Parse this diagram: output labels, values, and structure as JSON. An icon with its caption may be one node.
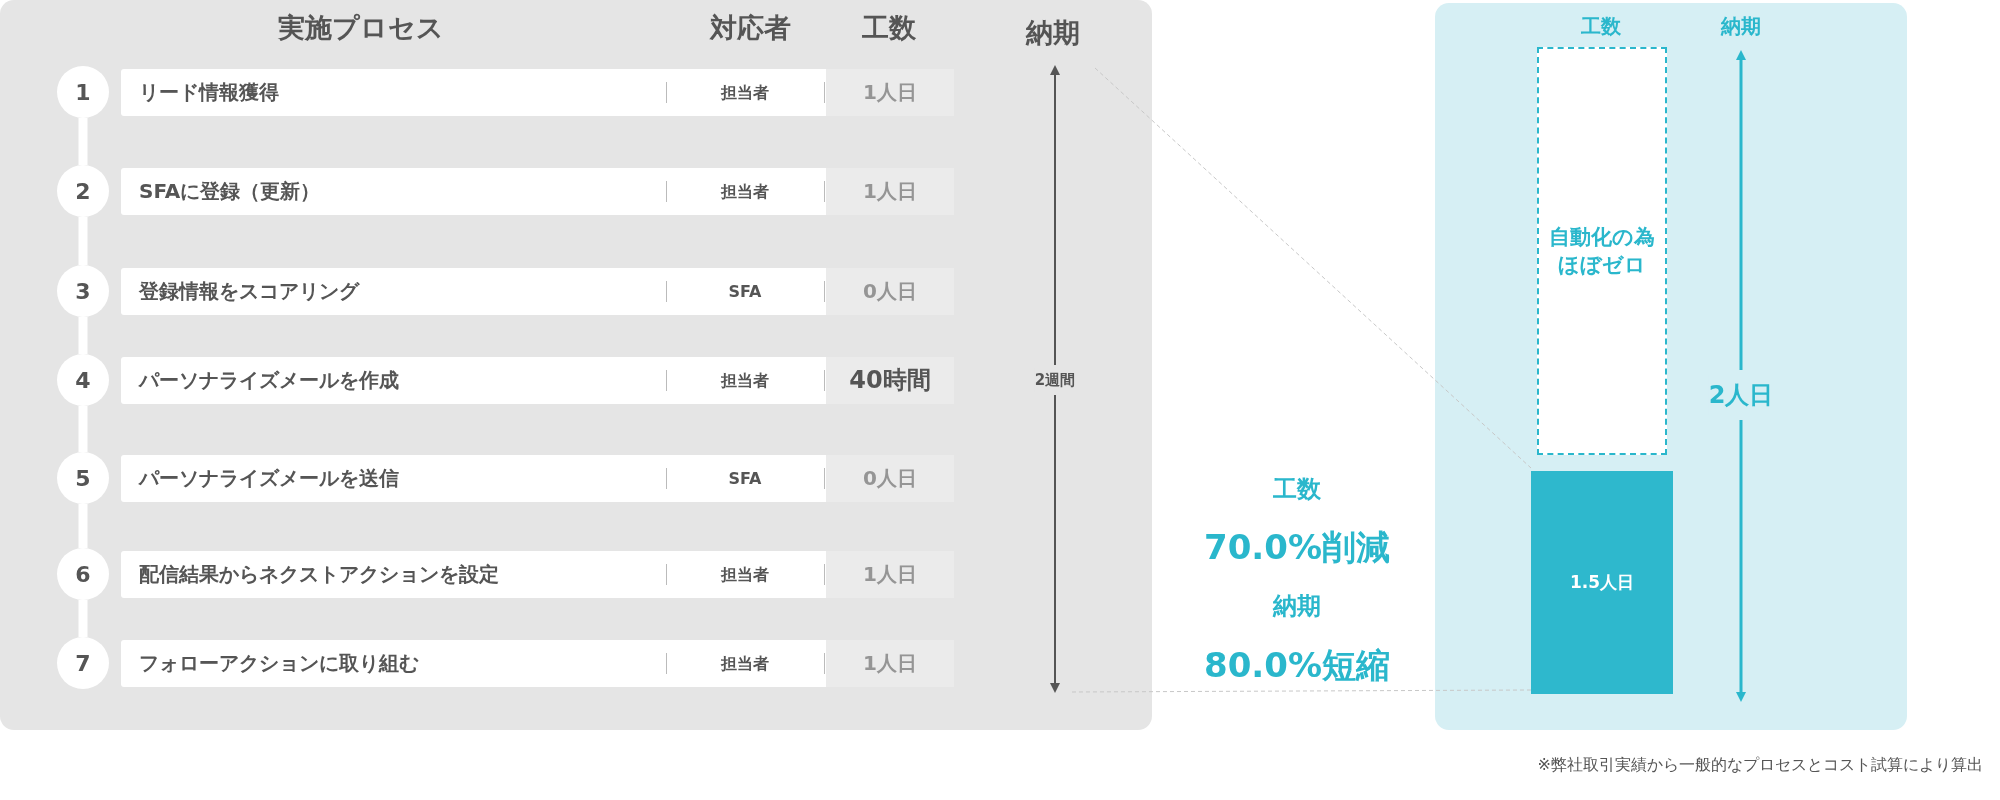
{
  "diagram": {
    "nodes": [
      {
        "text": [],
        "shape": "box"
      },
      {
        "text": [
          "1"
        ],
        "in": 0
      },
      {
        "text": [
          "2"
        ],
        "in": 0
      },
      {
        "text": [
          "3"
        ],
        "in": 0
      },
      {
        "text": [
          "4"
        ],
        "in": 0
      },
      {
        "text": [
          "5"
        ],
        "in": 0
      },
      {
        "text": [
          "6"
        ],
        "in": 0
      },
      {
        "text": [
          "7"
        ],
        "in": 0
      },
      {
        "text": [
          "リード情報獲得",
          "担当者",
          "1人日"
        ],
        "in": 0
      },
      {
        "text": [
          "SFAに登録（更新）",
          "担当者",
          "1人日"
        ],
        "in": 0
      },
      {
        "text": [
          "登録情報をスコアリング",
          "SFA",
          "0人日"
        ],
        "in": 0
      },
      {
        "text": [
          "パーソナライズメールを作成",
          "担当者",
          "40時間"
        ],
        "in": 0
      },
      {
        "text": [
          "パーソナライズメールを送信",
          "SFA",
          "0人日"
        ],
        "in": 0
      },
      {
        "text": [
          "配信結果からネクストアクションを設定",
          "担当者",
          "1人日"
        ],
        "in": 0
      },
      {
        "text": [
          "フォローアクションに取り組む",
          "担当者",
          "1人日"
        ],
        "in": 0
      },
      {
        "text": [],
        "shape": "box"
      },
      {
        "text": [
          "自動化の為ほぼゼロ"
        ],
        "in": 15
      },
      {
        "text": [
          "1.5人日"
        ],
        "in": 15
      }
    ],
    "edges": [
      {
        "from": 1,
        "to": 2,
        "arrow": "none"
      },
      {
        "from": 2,
        "to": 3,
        "arrow": "none"
      },
      {
        "from": 3,
        "to": 4,
        "arrow": "none"
      },
      {
        "from": 4,
        "to": 5,
        "arrow": "none"
      },
      {
        "from": 5,
        "to": 6,
        "arrow": "none"
      },
      {
        "from": 6,
        "to": 7,
        "arrow": "none"
      }
    ],
    "labels": [
      "実施プロセス",
      "対応者",
      "工数",
      "納期",
      "2週間",
      "工数",
      "納期",
      "2人日",
      "工数",
      "70.0%削減",
      "納期",
      "80.0%短縮",
      "※弊社取引実績から一般的なプロセスとコスト試算により算出"
    ]
  }
}
